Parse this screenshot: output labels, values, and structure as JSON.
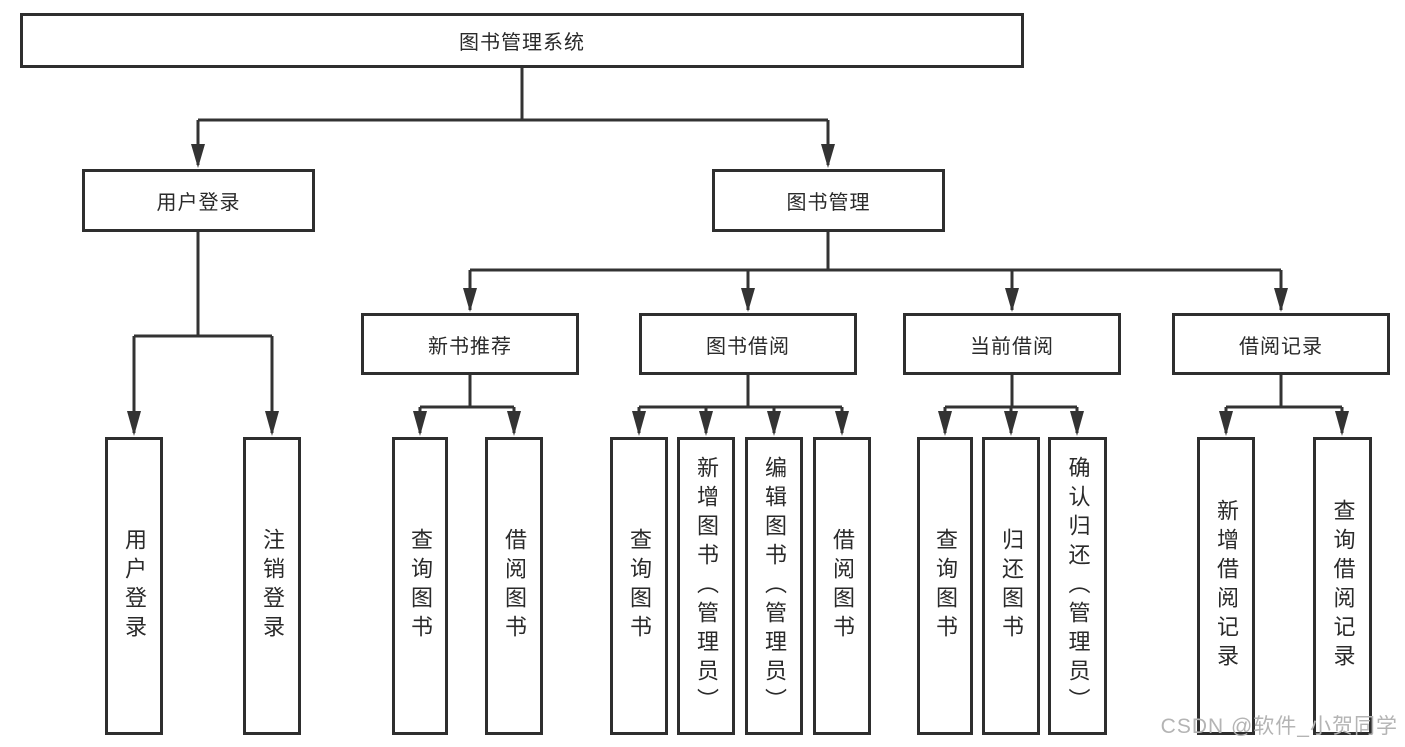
{
  "tree": {
    "label": "图书管理系统",
    "children": [
      {
        "label": "用户登录",
        "children": [
          {
            "label": "用户登录"
          },
          {
            "label": "注销登录"
          }
        ]
      },
      {
        "label": "图书管理",
        "children": [
          {
            "label": "新书推荐",
            "children": [
              {
                "label": "查询图书"
              },
              {
                "label": "借阅图书"
              }
            ]
          },
          {
            "label": "图书借阅",
            "children": [
              {
                "label": "查询图书"
              },
              {
                "label": "新增图书（管理员）"
              },
              {
                "label": "编辑图书（管理员）"
              },
              {
                "label": "借阅图书"
              }
            ]
          },
          {
            "label": "当前借阅",
            "children": [
              {
                "label": "查询图书"
              },
              {
                "label": "归还图书"
              },
              {
                "label": "确认归还（管理员）"
              }
            ]
          },
          {
            "label": "借阅记录",
            "children": [
              {
                "label": "新增借阅记录"
              },
              {
                "label": "查询借阅记录"
              }
            ]
          }
        ]
      }
    ]
  },
  "watermark": {
    "text": "CSDN @软件_小贺同学"
  },
  "colors": {
    "line": "#333333",
    "box_border": "#2e2e2e",
    "box_background": "#ffffff",
    "text": "#2a2a2a",
    "watermark": "#b4b4b4"
  }
}
